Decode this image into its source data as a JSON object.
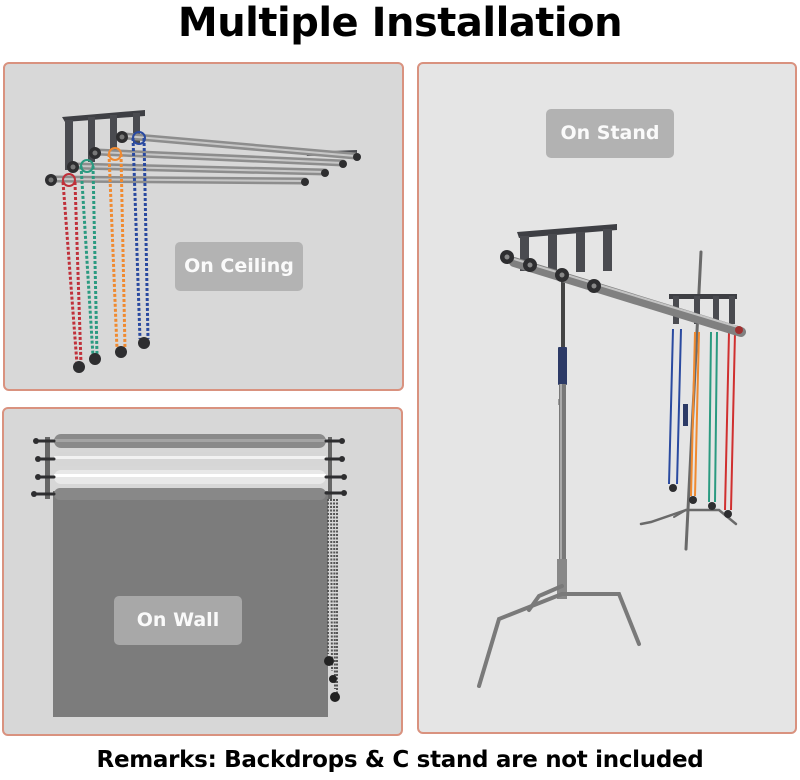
{
  "header": {
    "title": "Multiple Installation"
  },
  "panels": [
    {
      "id": "ceiling",
      "label": "On Ceiling",
      "chain_colors": [
        "#c0303a",
        "#2a9a80",
        "#f08a30",
        "#2a4aa0"
      ]
    },
    {
      "id": "stand",
      "label": "On Stand",
      "chain_colors": [
        "#2a4aa0",
        "#f08a30",
        "#2a9a80",
        "#d03030"
      ]
    },
    {
      "id": "wall",
      "label": "On Wall"
    }
  ],
  "footer": {
    "remarks": "Remarks: Backdrops & C stand are not included"
  },
  "colors": {
    "panel_border": "#d9927f",
    "ceiling_bg": "#d8d8d8",
    "stand_bg": "#e5e5e5",
    "wall_bg": "#d7d7d7",
    "badge_bg": "#b3b3b3"
  }
}
